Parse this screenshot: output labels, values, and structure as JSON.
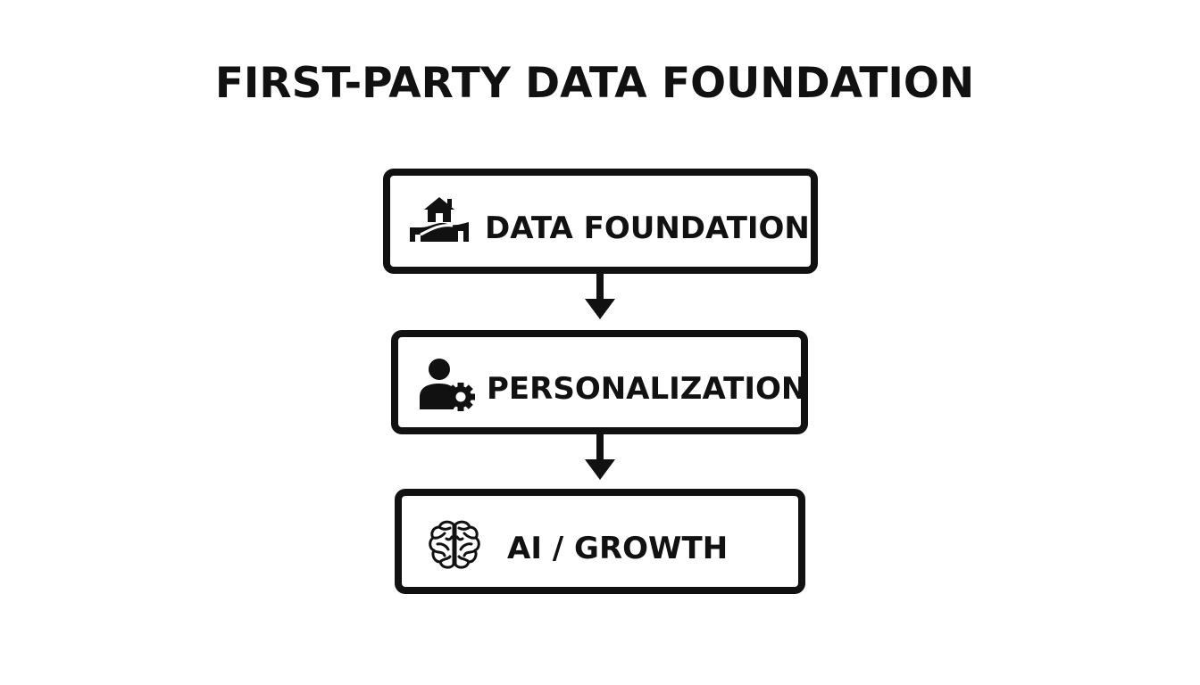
{
  "title": "FIRST-PARTY DATA FOUNDATION",
  "steps": [
    {
      "label": "DATA FOUNDATION",
      "icon": "house-on-foundation-icon"
    },
    {
      "label": "PERSONALIZATION",
      "icon": "user-gear-icon"
    },
    {
      "label": "AI / GROWTH",
      "icon": "brain-circuit-icon"
    }
  ],
  "colors": {
    "stroke": "#111111",
    "background": "#ffffff"
  }
}
